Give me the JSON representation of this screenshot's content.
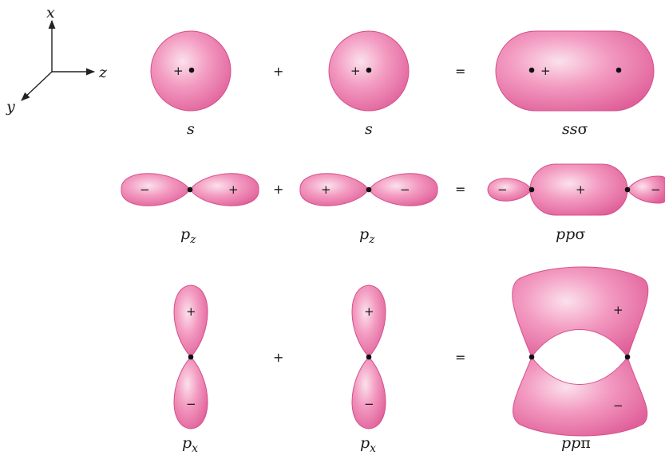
{
  "axes": {
    "x": "x",
    "y": "y",
    "z": "z"
  },
  "colors": {
    "orbital_fill": "#ec79aa",
    "orbital_highlight": "#fbe1ec",
    "orbital_edge": "#d6508a",
    "nucleus": "#111111"
  },
  "operators": {
    "plus": "+",
    "equals": "="
  },
  "rows": [
    {
      "left": {
        "caption": "s",
        "signs": [
          "+"
        ]
      },
      "right": {
        "caption": "s",
        "signs": [
          "+"
        ]
      },
      "result": {
        "caption_main": "ss",
        "caption_greek": "σ",
        "signs": [
          "+"
        ]
      }
    },
    {
      "left": {
        "caption": "p",
        "sub": "z",
        "signs": [
          "−",
          "+"
        ]
      },
      "right": {
        "caption": "p",
        "sub": "z",
        "signs": [
          "+",
          "−"
        ]
      },
      "result": {
        "caption_main": "pp",
        "caption_greek": "σ",
        "signs": [
          "−",
          "+",
          "−"
        ]
      }
    },
    {
      "left": {
        "caption": "p",
        "sub": "x",
        "signs": [
          "+",
          "−"
        ]
      },
      "right": {
        "caption": "p",
        "sub": "x",
        "signs": [
          "+",
          "−"
        ]
      },
      "result": {
        "caption_main": "pp",
        "caption_greek": "π",
        "signs": [
          "+",
          "−"
        ]
      }
    }
  ]
}
